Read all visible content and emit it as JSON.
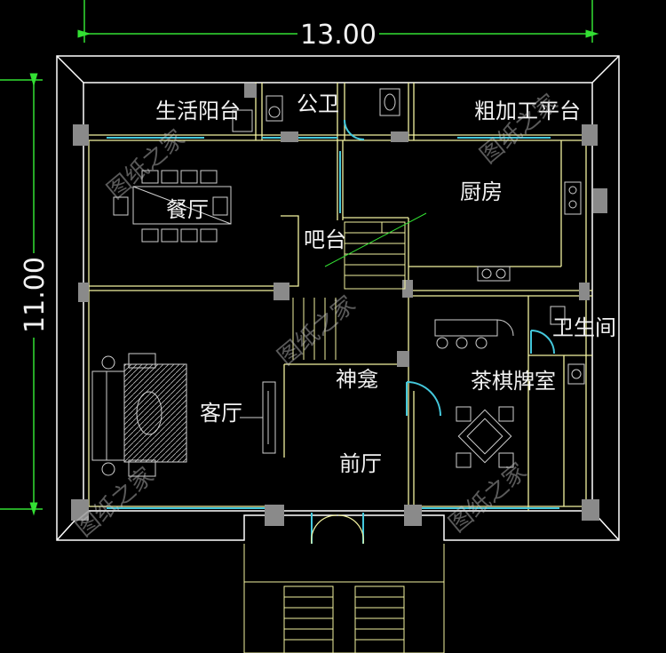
{
  "colors": {
    "background": "#000000",
    "wall": "#ffffff",
    "inner_line": "#f2f2a0",
    "window": "#44c8dc",
    "column": "#8a8a8a",
    "dimension": "#33e033",
    "furniture": "#cfcfcf",
    "stair": "#f2f2a0"
  },
  "dimensions": {
    "width": "13.00",
    "depth": "11.00"
  },
  "rooms": {
    "life_balcony": "生活阳台",
    "public_toilet": "公卫",
    "rough_platform": "粗加工平台",
    "dining": "餐厅",
    "kitchen": "厨房",
    "bar": "吧台",
    "living": "客厅",
    "shrine": "神龛",
    "tea_room": "茶棋牌室",
    "bathroom": "卫生间",
    "foyer": "前厅"
  },
  "watermark": "图纸之家"
}
